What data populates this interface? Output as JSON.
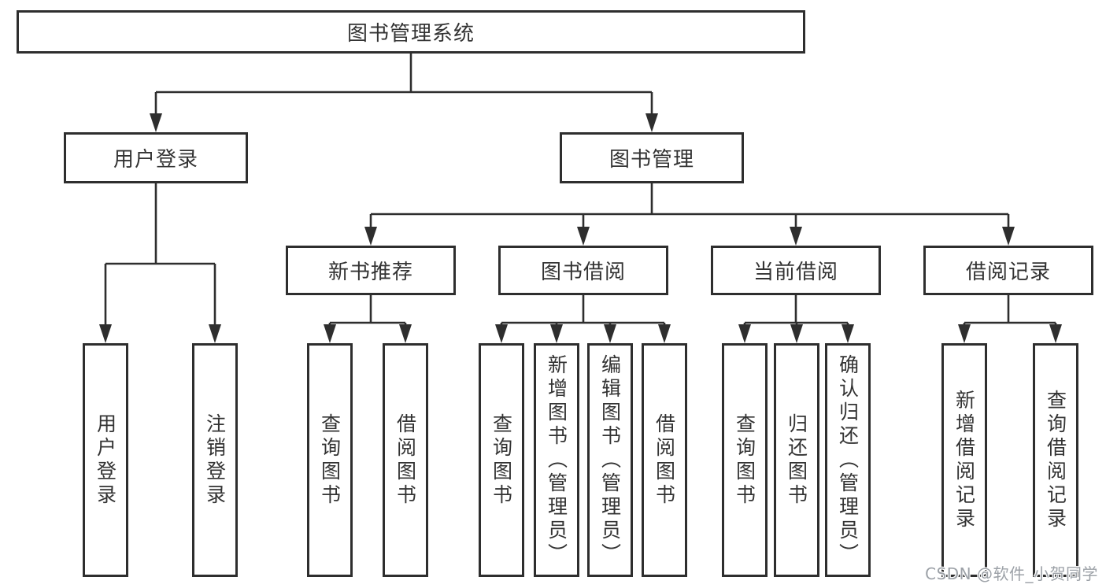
{
  "diagram": {
    "root": "图书管理系统",
    "level2": [
      "用户登录",
      "图书管理"
    ],
    "level3": [
      "新书推荐",
      "图书借阅",
      "当前借阅",
      "借阅记录"
    ],
    "leaves": {
      "user_login": [
        "用户登录",
        "注销登录"
      ],
      "new_books": [
        "查询图书",
        "借阅图书"
      ],
      "book_borrow": [
        "查询图书",
        "新增图书（管理员）",
        "编辑图书（管理员）",
        "借阅图书"
      ],
      "current_borrow": [
        "查询图书",
        "归还图书",
        "确认归还（管理员）"
      ],
      "borrow_records": [
        "新增借阅记录",
        "查询借阅记录"
      ]
    }
  },
  "watermark": "CSDN @软件_小贺同学",
  "colors": {
    "line": "#2e2e2e",
    "text": "#333333",
    "watermark": "#9ca1a7",
    "background": "#ffffff"
  }
}
